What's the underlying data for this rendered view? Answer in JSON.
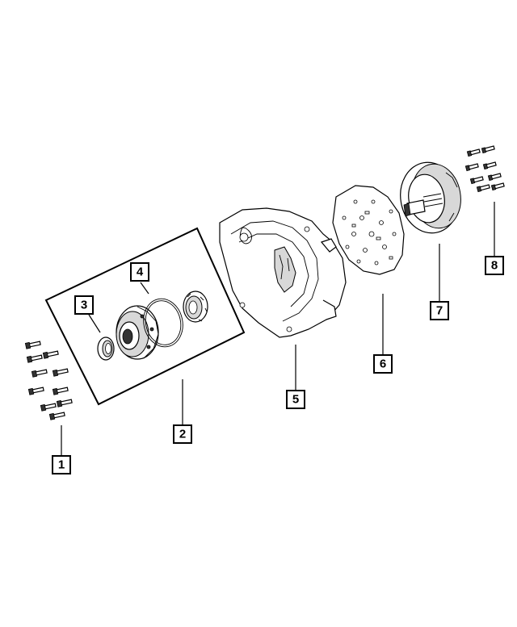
{
  "callouts": [
    {
      "id": "c1",
      "label": "1"
    },
    {
      "id": "c2",
      "label": "2"
    },
    {
      "id": "c3",
      "label": "3"
    },
    {
      "id": "c4",
      "label": "4"
    },
    {
      "id": "c5",
      "label": "5"
    },
    {
      "id": "c6",
      "label": "6"
    },
    {
      "id": "c7",
      "label": "7"
    },
    {
      "id": "c8",
      "label": "8"
    }
  ],
  "colors": {
    "line": "#000000",
    "background": "#ffffff",
    "shade": "#d8d8d8"
  }
}
